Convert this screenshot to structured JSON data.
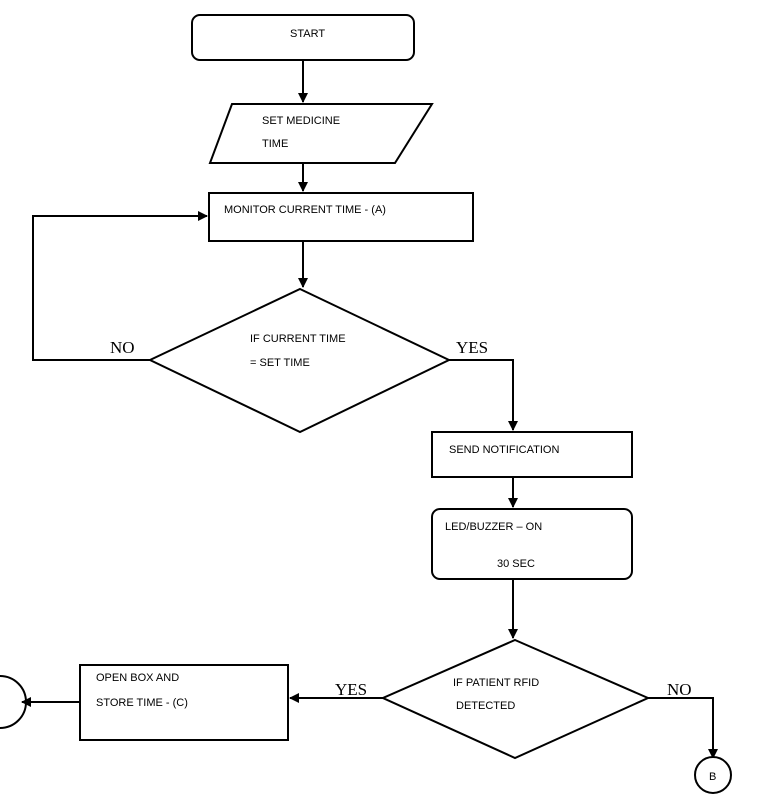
{
  "nodes": {
    "start": "START",
    "set_time": [
      "SET MEDICINE",
      "TIME"
    ],
    "monitor": "MONITOR CURRENT  TIME - (A)",
    "decision_time": [
      "IF CURRENT  TIME",
      "=  SET TIME"
    ],
    "send_notification": "SEND NOTIFICATION",
    "led_buzzer": [
      "LED/BUZZER – ON",
      "30 SEC"
    ],
    "decision_rfid": [
      "IF PATIENT RFID",
      "DETECTED"
    ],
    "open_box": [
      "OPEN BOX AND",
      "STORE TIME - (C)"
    ],
    "connector_b": "B"
  },
  "labels": {
    "no_1": "NO",
    "yes_1": "YES",
    "yes_2": "YES",
    "no_2": "NO"
  },
  "colors": {
    "stroke": "#000000",
    "background": "#ffffff"
  }
}
